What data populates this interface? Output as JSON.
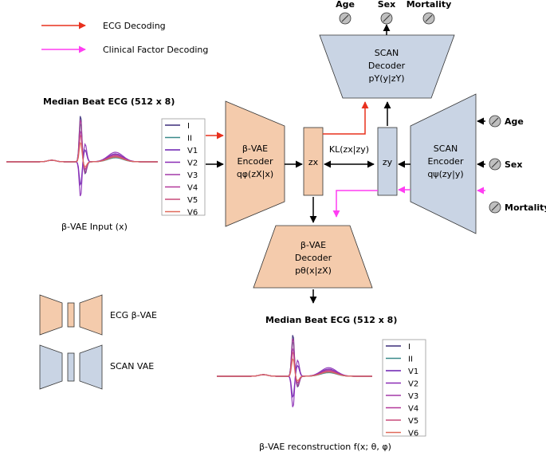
{
  "legend_top": {
    "ecg_decoding": "ECG Decoding",
    "clinical_decoding": "Clinical Factor Decoding",
    "ecg_color": "#e8301d",
    "clinical_color": "#ff3df2"
  },
  "input": {
    "title": "Median Beat ECG (512 x 8)",
    "caption": "β-VAE Input (x)"
  },
  "output": {
    "title": "Median Beat ECG (512 x 8)",
    "caption": "β-VAE reconstruction f(x; θ, φ)"
  },
  "leads": [
    {
      "name": "I",
      "color": "#3b2d7a"
    },
    {
      "name": "II",
      "color": "#3a8a8a"
    },
    {
      "name": "V1",
      "color": "#6a1fb0"
    },
    {
      "name": "V2",
      "color": "#8a2ab5"
    },
    {
      "name": "V3",
      "color": "#a33aa8"
    },
    {
      "name": "V4",
      "color": "#b3389a"
    },
    {
      "name": "V5",
      "color": "#c94a7a"
    },
    {
      "name": "V6",
      "color": "#e06a5a"
    }
  ],
  "encoder": {
    "line1": "β-VAE",
    "line2": "Encoder",
    "line3": "qφ(zX|x)"
  },
  "decoder": {
    "line1": "β-VAE",
    "line2": "Decoder",
    "line3": "pθ(x|zX)"
  },
  "scan_decoder": {
    "line1": "SCAN",
    "line2": "Decoder",
    "line3": "pY(y|zY)"
  },
  "scan_encoder": {
    "line1": "SCAN",
    "line2": "Encoder",
    "line3": "qψ(zy|y)"
  },
  "zx": "zx",
  "zy": "zy",
  "kl": "KL(zx|zy)",
  "factors_top": [
    "Age",
    "Sex",
    "Mortality"
  ],
  "factors_right": [
    "Age",
    "Sex",
    "Mortality"
  ],
  "legend_bottom": {
    "ecg_vae": "ECG β-VAE",
    "scan_vae": "SCAN VAE",
    "orange": "#f4cbac",
    "blue": "#c9d4e4"
  }
}
